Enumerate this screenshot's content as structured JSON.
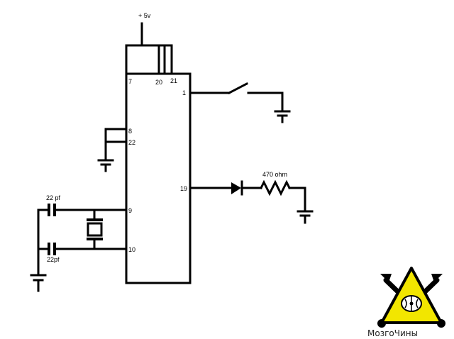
{
  "power": {
    "label": "+ 5v"
  },
  "chip": {
    "pins": {
      "p7": "7",
      "p20": "20",
      "p21": "21",
      "p1": "1",
      "p8": "8",
      "p22": "22",
      "p19": "19",
      "p9": "9",
      "p10": "10"
    }
  },
  "components": {
    "resistor_label": "470 ohm",
    "cap_top_label": "22 pf",
    "cap_bottom_label": "22pf"
  },
  "logo": {
    "text": "МозгоЧины",
    "triangle_color": "#f2e600",
    "outline_color": "#000000"
  }
}
